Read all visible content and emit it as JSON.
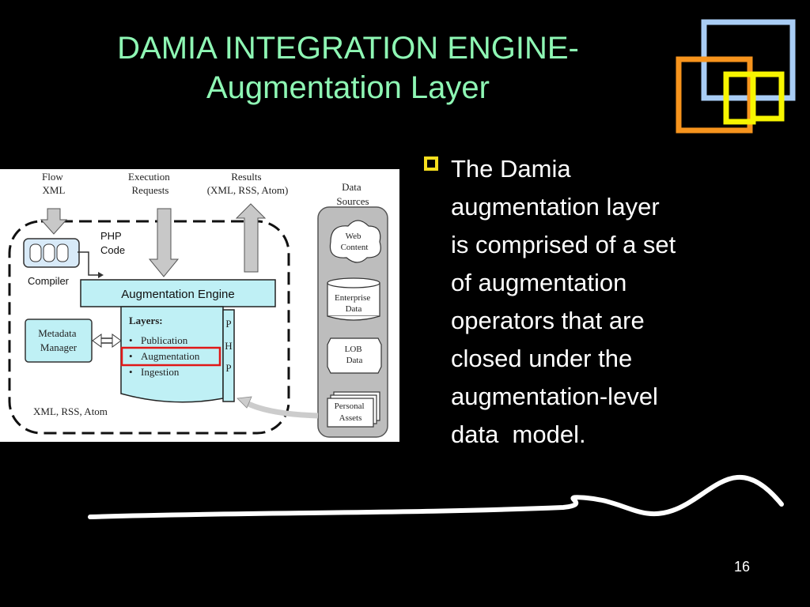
{
  "slide": {
    "title_line1": "DAMIA INTEGRATION ENGINE-",
    "title_line2": "Augmentation Layer",
    "body_lines": [
      "The Damia",
      "augmentation layer",
      "is comprised of a set",
      "of augmentation",
      "operators that are",
      "closed under the",
      "augmentation-level",
      "data  model."
    ],
    "page_number": "16"
  },
  "diagram": {
    "flow_xml": [
      "Flow",
      "XML"
    ],
    "execution_requests": [
      "Execution",
      "Requests"
    ],
    "results": [
      "Results",
      "(XML, RSS, Atom)"
    ],
    "data_sources": [
      "Data",
      "Sources"
    ],
    "php_code": [
      "PHP",
      "Code"
    ],
    "compiler": "Compiler",
    "augmentation_engine": "Augmentation Engine",
    "metadata_manager": [
      "Metadata",
      "Manager"
    ],
    "layers_heading": "Layers:",
    "layers": [
      "Publication",
      "Augmentation",
      "Ingestion"
    ],
    "php_letters": [
      "P",
      "H",
      "P"
    ],
    "formats_label": "XML, RSS, Atom",
    "web_content": [
      "Web",
      "Content"
    ],
    "enterprise_data": [
      "Enterprise",
      "Data"
    ],
    "lob_data": [
      "LOB",
      "Data"
    ],
    "personal_assets": [
      "Personal",
      "Assets"
    ]
  },
  "colors": {
    "title": "#8ef7b4",
    "bullet": "#f7df1e",
    "engine_fill": "#bff0f5",
    "highlight": "#e01818",
    "deco_blue": "#a9cdf5",
    "deco_orange": "#f7941d",
    "deco_yellow": "#f7f500"
  }
}
